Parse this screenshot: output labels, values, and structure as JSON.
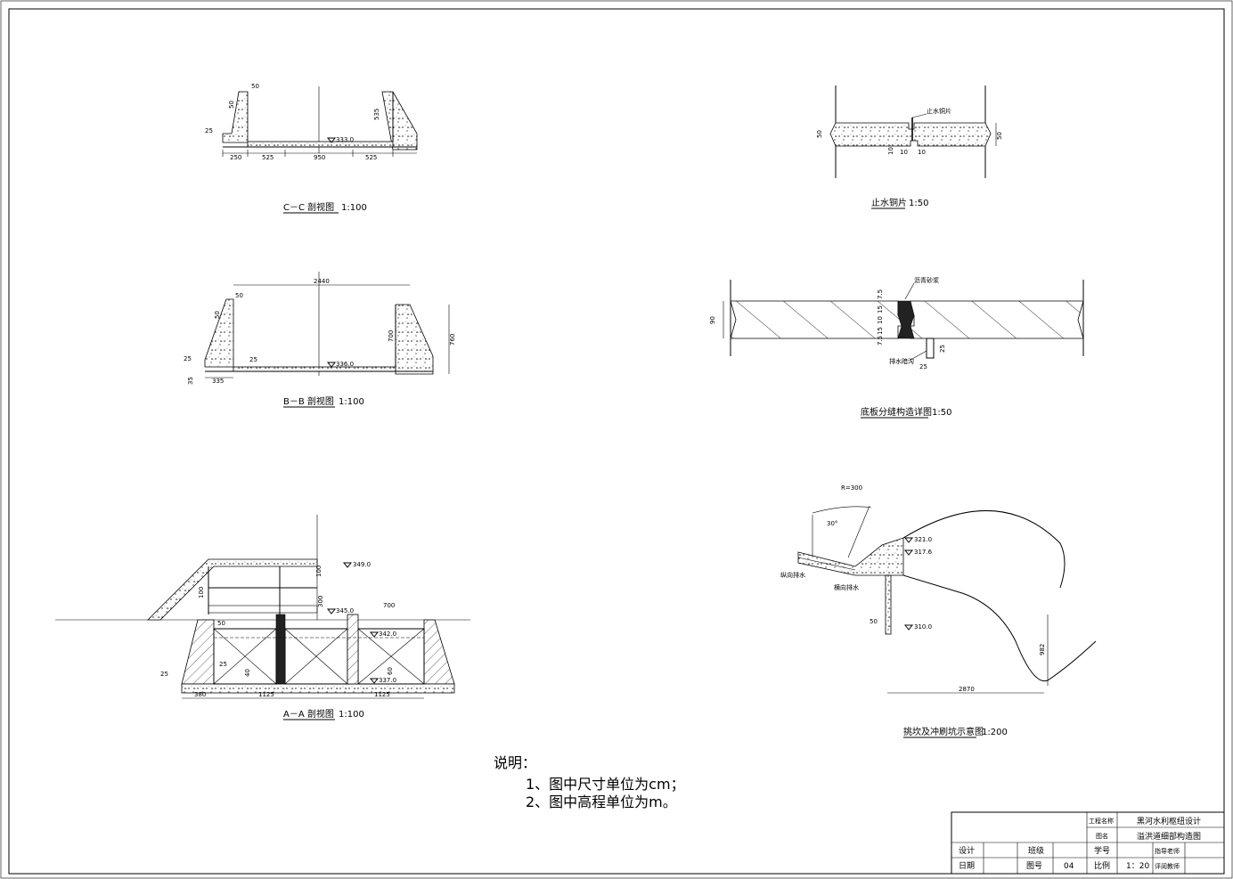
{
  "drawings": {
    "cc": {
      "caption": "C－C 剖视图",
      "scale": "1:100",
      "dims": [
        "50",
        "50",
        "25",
        "250",
        "525",
        "950",
        "525",
        "535"
      ],
      "elev": "333.0"
    },
    "bb": {
      "caption": "B－B 剖视图",
      "scale": "1:100",
      "dims": [
        "2440",
        "50",
        "50",
        "25",
        "25",
        "35",
        "335",
        "700",
        "760"
      ],
      "elev": "336.0"
    },
    "aa": {
      "caption": "A－A 剖视图",
      "scale": "1:100",
      "dims": [
        "100",
        "300",
        "700",
        "50",
        "25",
        "25",
        "40",
        "60",
        "380",
        "1125",
        "1125",
        "100"
      ],
      "elevs": [
        "349.0",
        "345.0",
        "342.0",
        "337.0"
      ]
    },
    "wp": {
      "caption": "止水铜片",
      "scale": "1:50",
      "label": "止水铜片",
      "dims": [
        "50",
        "50",
        "10",
        "10",
        "10"
      ]
    },
    "joint": {
      "caption": "底板分缝构造详图",
      "scale": "1:50",
      "label_top": "沥青砂浆",
      "label_bottom": "排水暗沟",
      "dims": [
        "90",
        "7.5",
        "15",
        "10",
        "15",
        "7.5",
        "25",
        "25"
      ]
    },
    "ski": {
      "caption": "挑坎及冲刷坑示意图",
      "scale": "1:200",
      "radius": "R=300",
      "angle": "30°",
      "labels": [
        "纵向排水",
        "横向排水"
      ],
      "elevs": [
        "321.0",
        "317.6",
        "310.0"
      ],
      "dims": [
        "50",
        "982",
        "2870"
      ]
    }
  },
  "notes": {
    "title": "说明：",
    "items": [
      "1、图中尺寸单位为cm；",
      "2、图中高程单位为m。"
    ]
  },
  "title_block": {
    "project_label": "工程名称",
    "project_value": "黑河水利枢纽设计",
    "drawing_label": "图名",
    "drawing_value": "溢洪道细部构造图",
    "design": "设计",
    "class": "班级",
    "student_no": "学号",
    "advisor": "指导老师",
    "date": "日期",
    "sheet_no_label": "图号",
    "sheet_no": "04",
    "scale_label": "比例",
    "scale_value": "1：20",
    "reviewer": "评阅教师"
  }
}
